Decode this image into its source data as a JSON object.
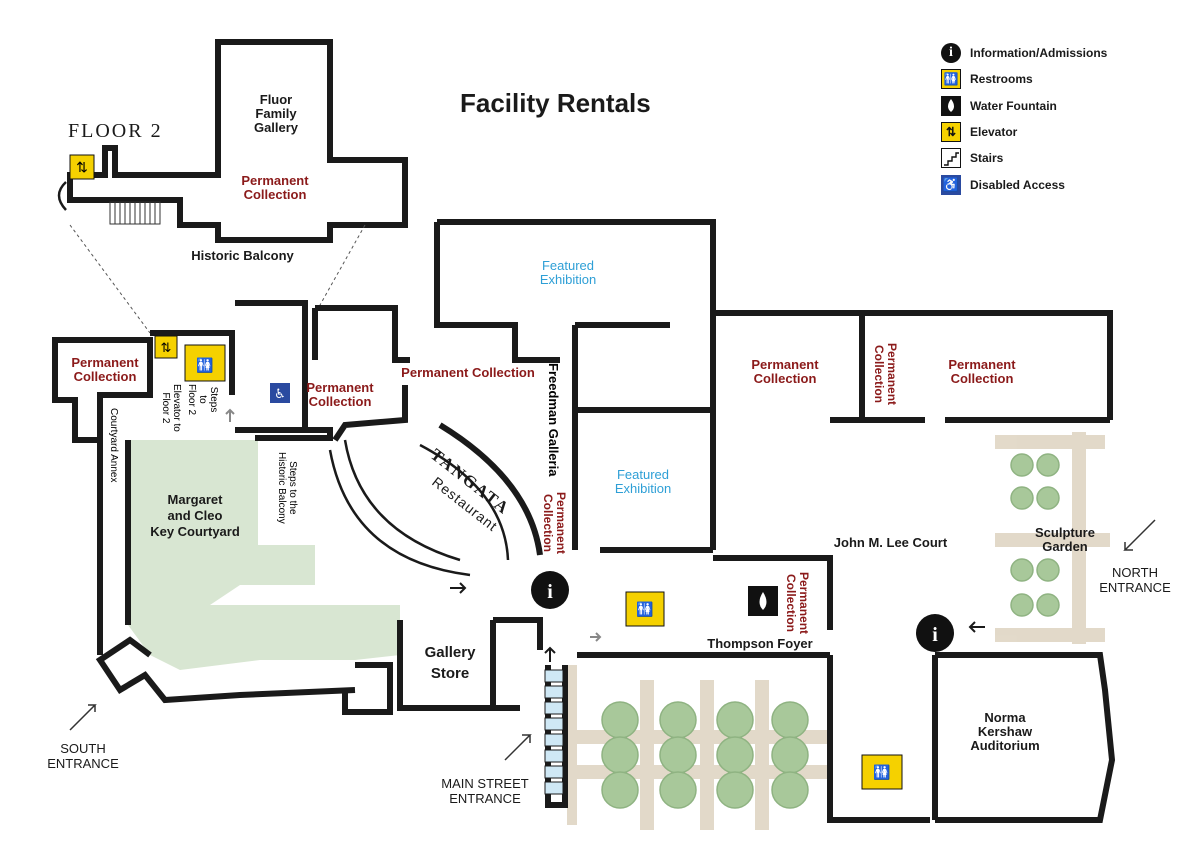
{
  "title": "Facility Rentals",
  "floor_label": "FLOOR 2",
  "legend": [
    {
      "icon": "info-icon",
      "label": "Information/Admissions"
    },
    {
      "icon": "restroom-icon",
      "label": "Restrooms"
    },
    {
      "icon": "water-fountain-icon",
      "label": "Water Fountain"
    },
    {
      "icon": "elevator-icon",
      "label": "Elevator"
    },
    {
      "icon": "stairs-icon",
      "label": "Stairs"
    },
    {
      "icon": "disabled-access-icon",
      "label": "Disabled Access"
    }
  ],
  "rooms": {
    "fluor": "Fluor\nFamily\nGallery",
    "perm_floor2": "Permanent\nCollection",
    "historic_balcony": "Historic Balcony",
    "perm_west": "Permanent\nCollection",
    "perm_center": "Permanent\nCollection",
    "perm_corridor": "Permanent Collection",
    "featured_top": "Featured\nExhibition",
    "featured_mid": "Featured\nExhibition",
    "perm_east1": "Permanent\nCollection",
    "perm_east_vert": "Permanent\nCollection",
    "perm_east2": "Permanent\nCollection",
    "perm_galleria_vert": "Permanent\nCollection",
    "perm_fountain_vert": "Permanent\nCollection",
    "freedman": "Freedman Galleria",
    "courtyard": "Margaret\nand Cleo\nKey Courtyard",
    "courtyard_annex": "Courtyard Annex",
    "restaurant_brand": "TANGATA",
    "restaurant": "Restaurant",
    "john_lee": "John M. Lee Court",
    "sculpture": "Sculpture\nGarden",
    "gallery_store": "Gallery\nStore",
    "thompson": "Thompson Foyer",
    "auditorium": "Norma\nKershaw\nAuditorium",
    "elevator_to_floor2": "Elevator to\nFloor 2",
    "steps_to_floor2": "Steps\nto\nFloor 2",
    "steps_to_balcony": "Steps to the\nHistoric Balcony"
  },
  "entrances": {
    "south": "SOUTH\nENTRANCE",
    "main": "MAIN STREET\nENTRANCE",
    "north": "NORTH\nENTRANCE"
  },
  "colors": {
    "wall": "#1a1a1a",
    "permanent": "#8b1a1a",
    "featured": "#2e9fd6",
    "courtyard": "#d8e6d2",
    "elevator": "#f5d100",
    "disabled": "#2a4aa0",
    "path": "#d9cdb8",
    "tree": "#a8c89a"
  }
}
